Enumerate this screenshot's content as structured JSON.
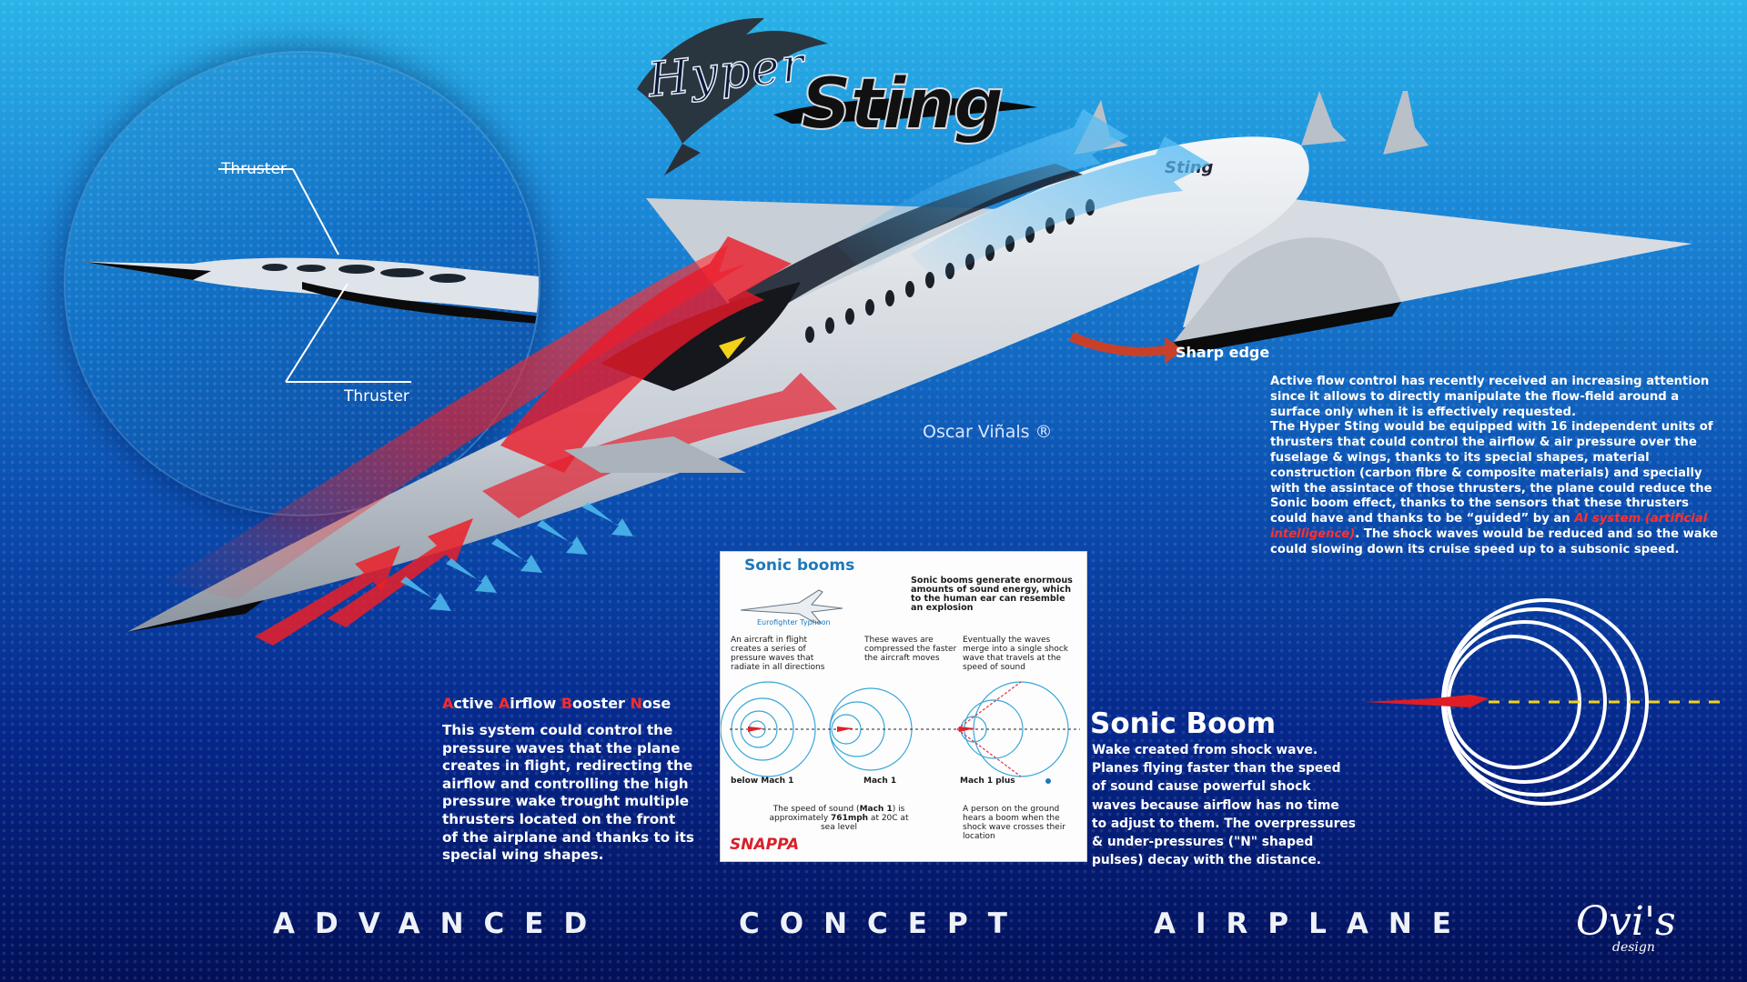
{
  "logo": {
    "word1": "Hyper",
    "word2": "Sting"
  },
  "inset": {
    "label_top": "Thruster",
    "label_bottom": "Thruster"
  },
  "plane": {
    "sharp_edge_label": "Sharp edge",
    "signature": "Oscar Viñals ®",
    "body_logo": "Sting"
  },
  "info": {
    "paragraph1": "Active flow control has recently received an increasing attention since it allows to directly manipulate the flow-field around a surface only when it is effectively requested.",
    "paragraph2_a": "The Hyper Sting would be equipped with 16 independent units of thrusters that could control the airflow & air pressure over the fuselage & wings, thanks to its special shapes, material construction (carbon fibre & composite materials) and specially with the assintace of those thrusters, the plane could reduce the Sonic boom effect, thanks to the sensors that these thrusters could have and thanks to be “guided” by an",
    "paragraph2_highlight": "AI system (artificial intelligence)",
    "paragraph2_b": ". The shock waves would be reduced and so the wake could slowing down its cruise speed up to a subsonic speed."
  },
  "booster": {
    "title_parts": [
      {
        "cap": "A",
        "rest": "ctive "
      },
      {
        "cap": "A",
        "rest": "irflow "
      },
      {
        "cap": "B",
        "rest": "ooster "
      },
      {
        "cap": "N",
        "rest": "ose"
      }
    ],
    "text": "This system could control the pressure waves that the plane creates in flight, redirecting the airflow and controlling the high pressure wake trought multiple thrusters located on the front of the airplane and thanks to its special wing shapes."
  },
  "sonic": {
    "title": "Sonic Boom",
    "text": "Wake created from shock wave. Planes flying faster than the speed of sound cause powerful shock waves because airflow has no time to adjust to them. The overpressures & under-pressures (\"N\" shaped pulses) decay with the distance."
  },
  "infographic": {
    "title": "Sonic booms",
    "subtitle": "Sonic booms generate enormous amounts of sound energy, which to the human ear can resemble an explosion",
    "plane_label": "Eurofighter Typhoon",
    "col1_text": "An aircraft in flight creates a series of pressure waves that radiate in all directions",
    "col2_text": "These waves are compressed the faster the aircraft moves",
    "col3_text": "Eventually the waves merge into a single shock wave that travels at the speed of sound",
    "label_below": "below Mach 1",
    "label_mach1": "Mach 1",
    "label_plus": "Mach 1 plus",
    "speed_text_a": "The speed of sound (",
    "speed_bold1": "Mach 1",
    "speed_text_b": ") is approximately ",
    "speed_bold2": "761mph",
    "speed_text_c": " at 20C at sea level",
    "person_text": "A person on the ground hears a boom when the shock wave crosses their location",
    "brand": "SNAPPA"
  },
  "footer": {
    "word1": "ADVANCED",
    "word2": "CONCEPT",
    "word3": "AIRPLANE"
  },
  "maker": {
    "logo": "Ovi's",
    "sub": "design"
  },
  "colors": {
    "accent_red": "#ff2a2a",
    "arrow_blue": "#3fb4ea",
    "bg_top": "#2ab4e8",
    "bg_bottom": "#021058"
  }
}
